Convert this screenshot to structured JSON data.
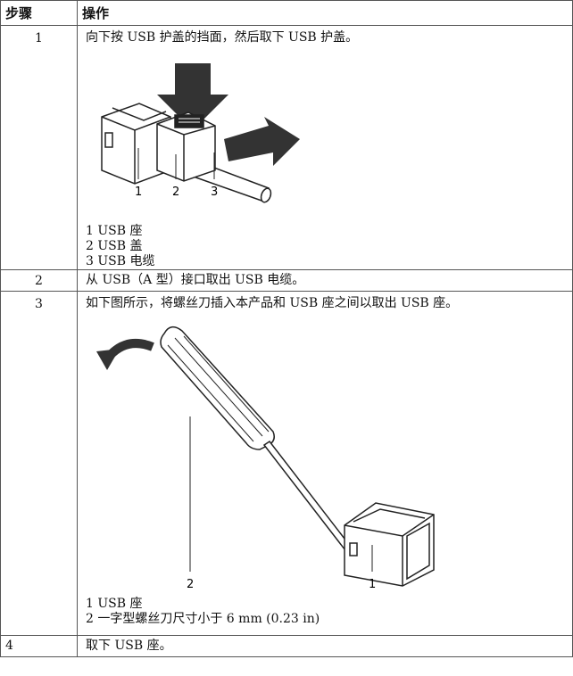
{
  "header": {
    "step": "步骤",
    "action": "操作"
  },
  "rows": [
    {
      "step": "1",
      "instruction": "向下按 USB 护盖的挡面，然后取下 USB 护盖。",
      "figure_labels": [
        "1",
        "2",
        "3"
      ],
      "legend": [
        "1 USB 座",
        "2 USB 盖",
        "3 USB 电缆"
      ]
    },
    {
      "step": "2",
      "instruction": "从 USB（A 型）接口取出 USB 电缆。"
    },
    {
      "step": "3",
      "instruction": "如下图所示，将螺丝刀插入本产品和 USB 座之间以取出 USB 座。",
      "figure_labels": [
        "2",
        "1"
      ],
      "legend": [
        "1 USB 座",
        "2 一字型螺丝刀尺寸小于 6 mm (0.23 in)"
      ]
    },
    {
      "step": "4",
      "instruction": "取下 USB 座。"
    }
  ]
}
